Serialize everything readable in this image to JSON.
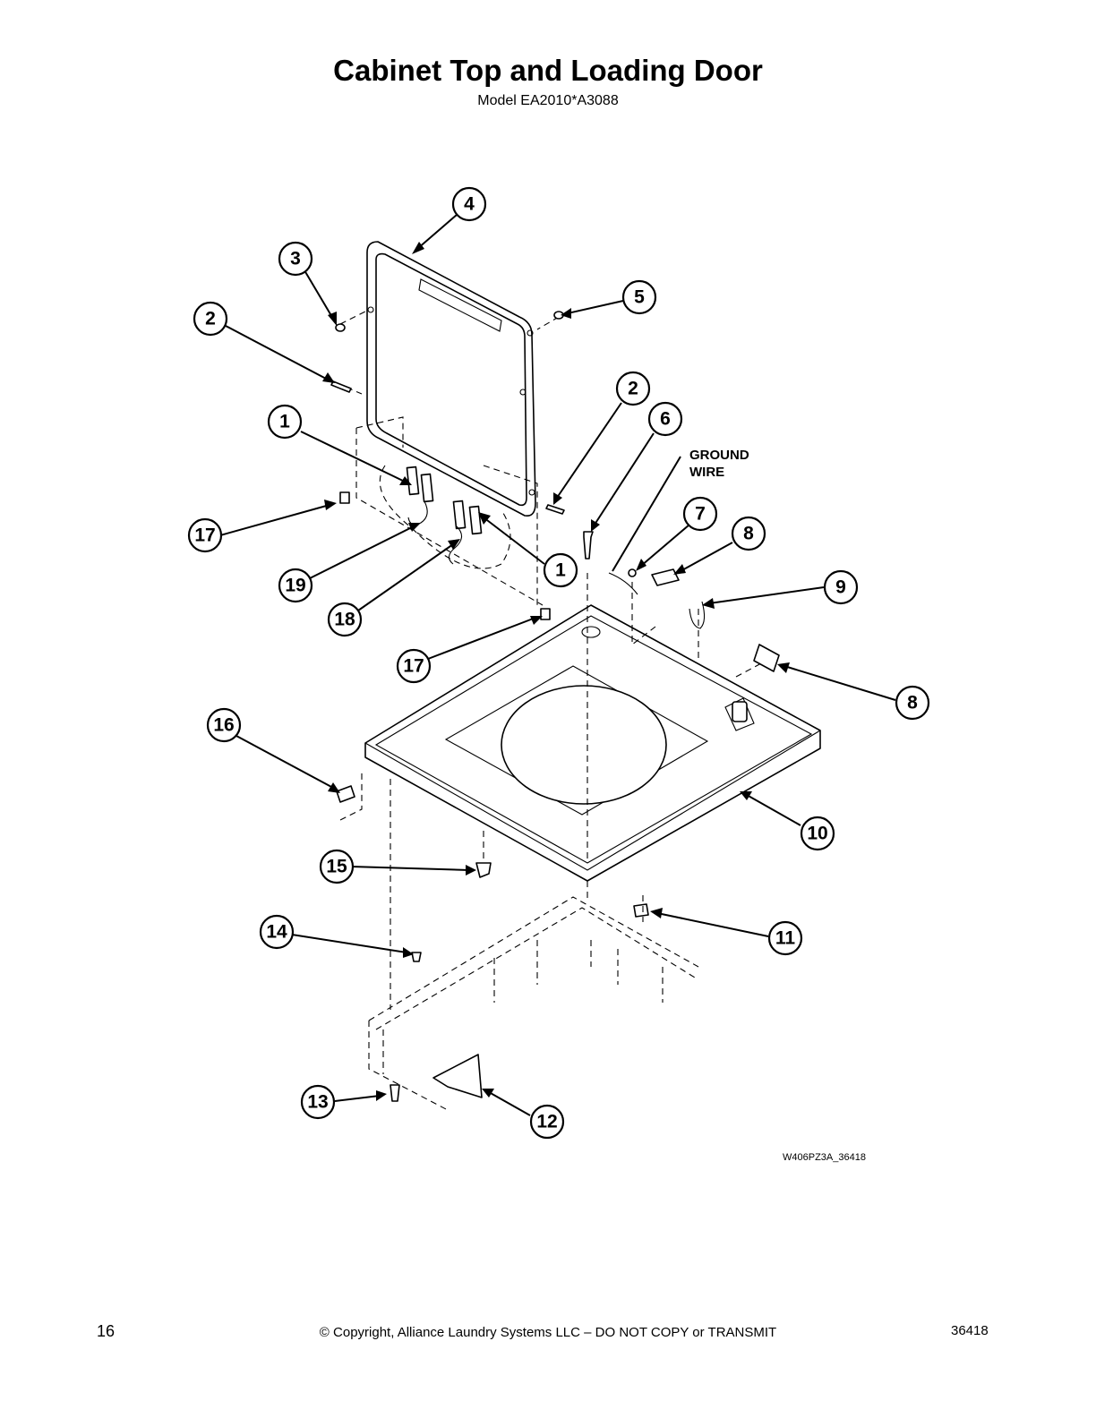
{
  "header": {
    "title": "Cabinet Top and Loading Door",
    "subtitle": "Model EA2010*A3088"
  },
  "diagram": {
    "ground_wire_label": "GROUND\nWIRE",
    "drawing_code": "W406PZ3A_36418",
    "callouts": [
      "1",
      "1",
      "2",
      "2",
      "3",
      "4",
      "5",
      "6",
      "7",
      "8",
      "8",
      "9",
      "10",
      "11",
      "12",
      "13",
      "14",
      "15",
      "16",
      "17",
      "17",
      "18",
      "19"
    ]
  },
  "footer": {
    "page_number": "16",
    "copyright": "© Copyright, Alliance Laundry Systems LLC – DO NOT COPY or TRANSMIT",
    "document_number": "36418"
  }
}
